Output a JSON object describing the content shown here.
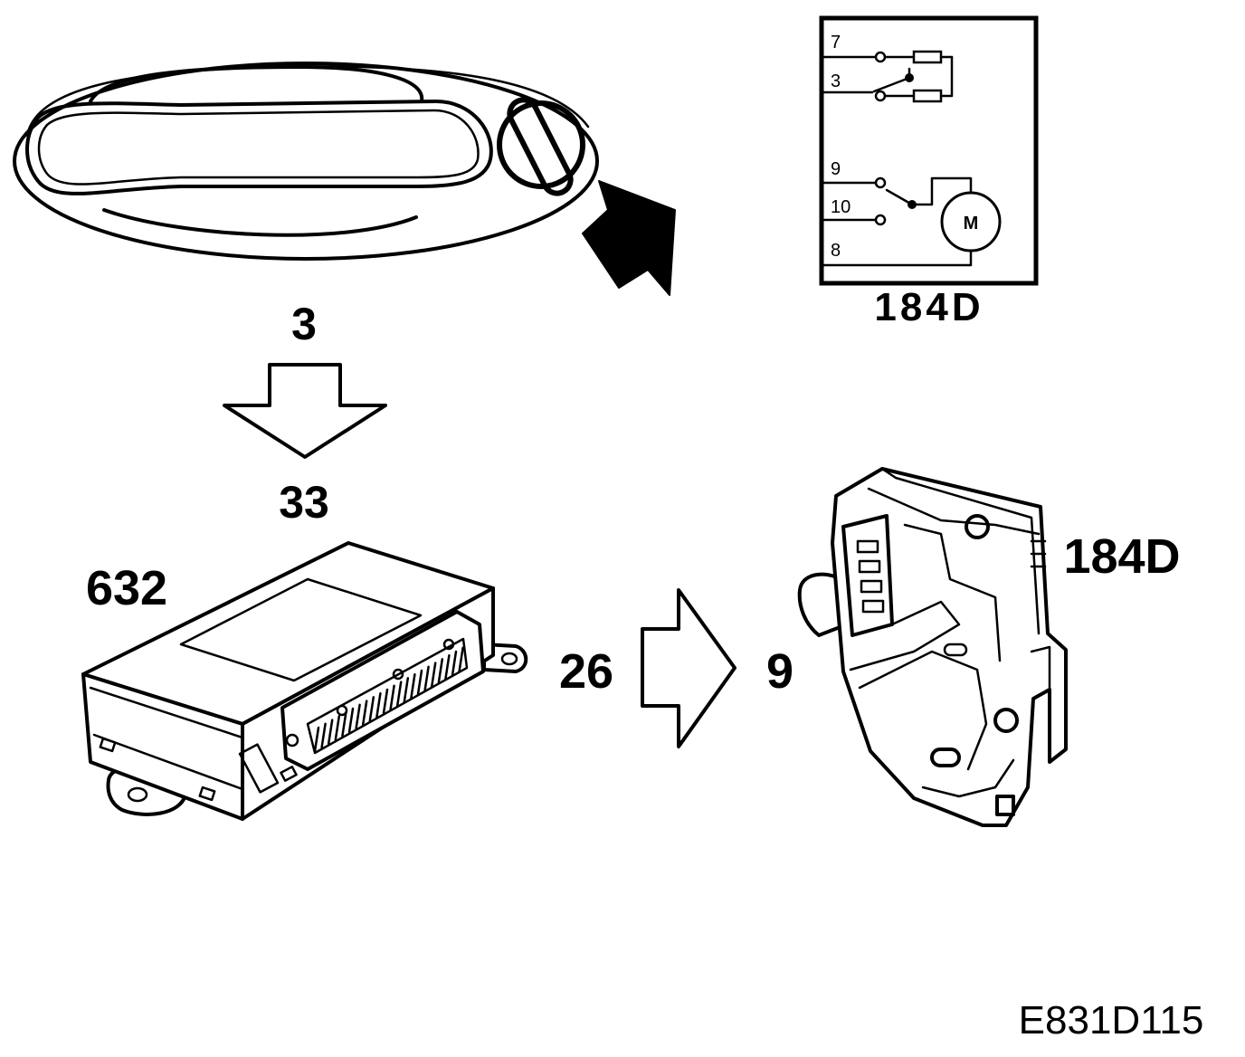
{
  "diagram": {
    "schematic": {
      "pins": [
        "7",
        "3",
        "9",
        "10",
        "8"
      ],
      "motor_label": "M",
      "label": "184D"
    },
    "signal_arrow": {
      "from": "3",
      "to": "33"
    },
    "control_unit": {
      "label": "632"
    },
    "output_arrow": {
      "from": "26",
      "to": "9"
    },
    "lock_actuator": {
      "label": "184D"
    },
    "figure_id": "E831D115"
  }
}
